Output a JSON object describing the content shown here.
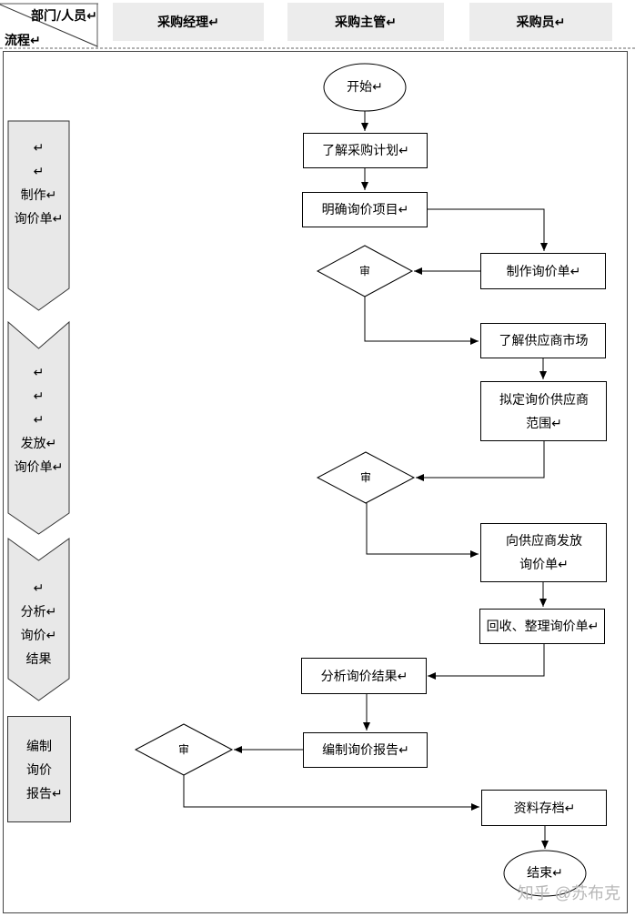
{
  "header": {
    "corner_top": "部门/人员↵",
    "corner_bottom": "流程↵",
    "columns": [
      "采购经理↵",
      "采购主管↵",
      "采购员↵"
    ]
  },
  "phases": [
    {
      "lines": [
        "↵",
        "↵",
        "制作↵",
        "询价单↵"
      ]
    },
    {
      "lines": [
        "↵",
        "↵",
        "↵",
        "发放↵",
        "询价单↵"
      ]
    },
    {
      "lines": [
        "↵",
        "分析↵",
        "询价↵",
        "结果"
      ]
    },
    {
      "lines": [
        "编制",
        "询价",
        "报告↵"
      ]
    }
  ],
  "nodes": {
    "start": "开始↵",
    "understand_plan": "了解采购计划↵",
    "define_items": "明确询价项目↵",
    "make_sheet": "制作询价单↵",
    "review1": "审",
    "understand_market": "了解供应商市场",
    "draft_range": "拟定询价供应商\n范围↵",
    "review2": "审",
    "issue_sheet": "向供应商发放\n询价单↵",
    "collect_sheet": "回收、整理询价单↵",
    "analyze_result": "分析询价结果↵",
    "compile_report": "编制询价报告↵",
    "review3": "审",
    "archive": "资料存档↵",
    "end": "结束↵"
  },
  "watermark": "知乎 @苏布克",
  "colors": {
    "header_fill": "#ececec",
    "phase_fill": "#e8e8e8",
    "line": "#000000"
  }
}
